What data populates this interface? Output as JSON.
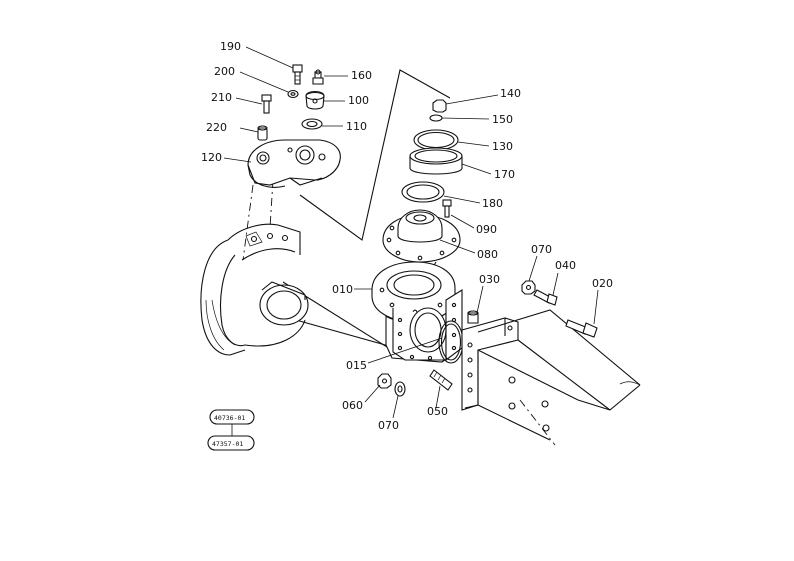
{
  "callouts": {
    "p190": "190",
    "p200": "200",
    "p210": "210",
    "p220": "220",
    "p120": "120",
    "p160": "160",
    "p100": "100",
    "p110": "110",
    "p140": "140",
    "p150": "150",
    "p130": "130",
    "p170": "170",
    "p180": "180",
    "p090": "090",
    "p080": "080",
    "p010": "010",
    "p030": "030",
    "p070a": "070",
    "p040": "040",
    "p020": "020",
    "p015": "015",
    "p060": "060",
    "p070b": "070",
    "p050": "050"
  },
  "serial_stamps": {
    "top": "40736-01",
    "bottom": "47357-01"
  }
}
